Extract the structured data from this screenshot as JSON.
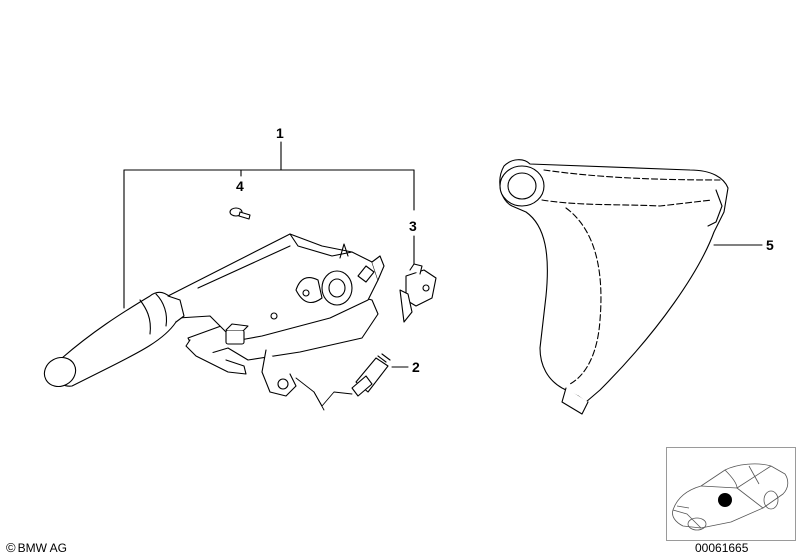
{
  "callouts": {
    "part1": "1",
    "part2": "2",
    "part3": "3",
    "part4": "4",
    "part5": "5"
  },
  "footer": {
    "copyright_symbol": "©",
    "brand": "BMW AG",
    "diagram_number": "00061665"
  },
  "colors": {
    "line": "#000000",
    "part_fill": "#ffffff",
    "marker": "#000000",
    "thumb_border": "#9a9a9a"
  }
}
